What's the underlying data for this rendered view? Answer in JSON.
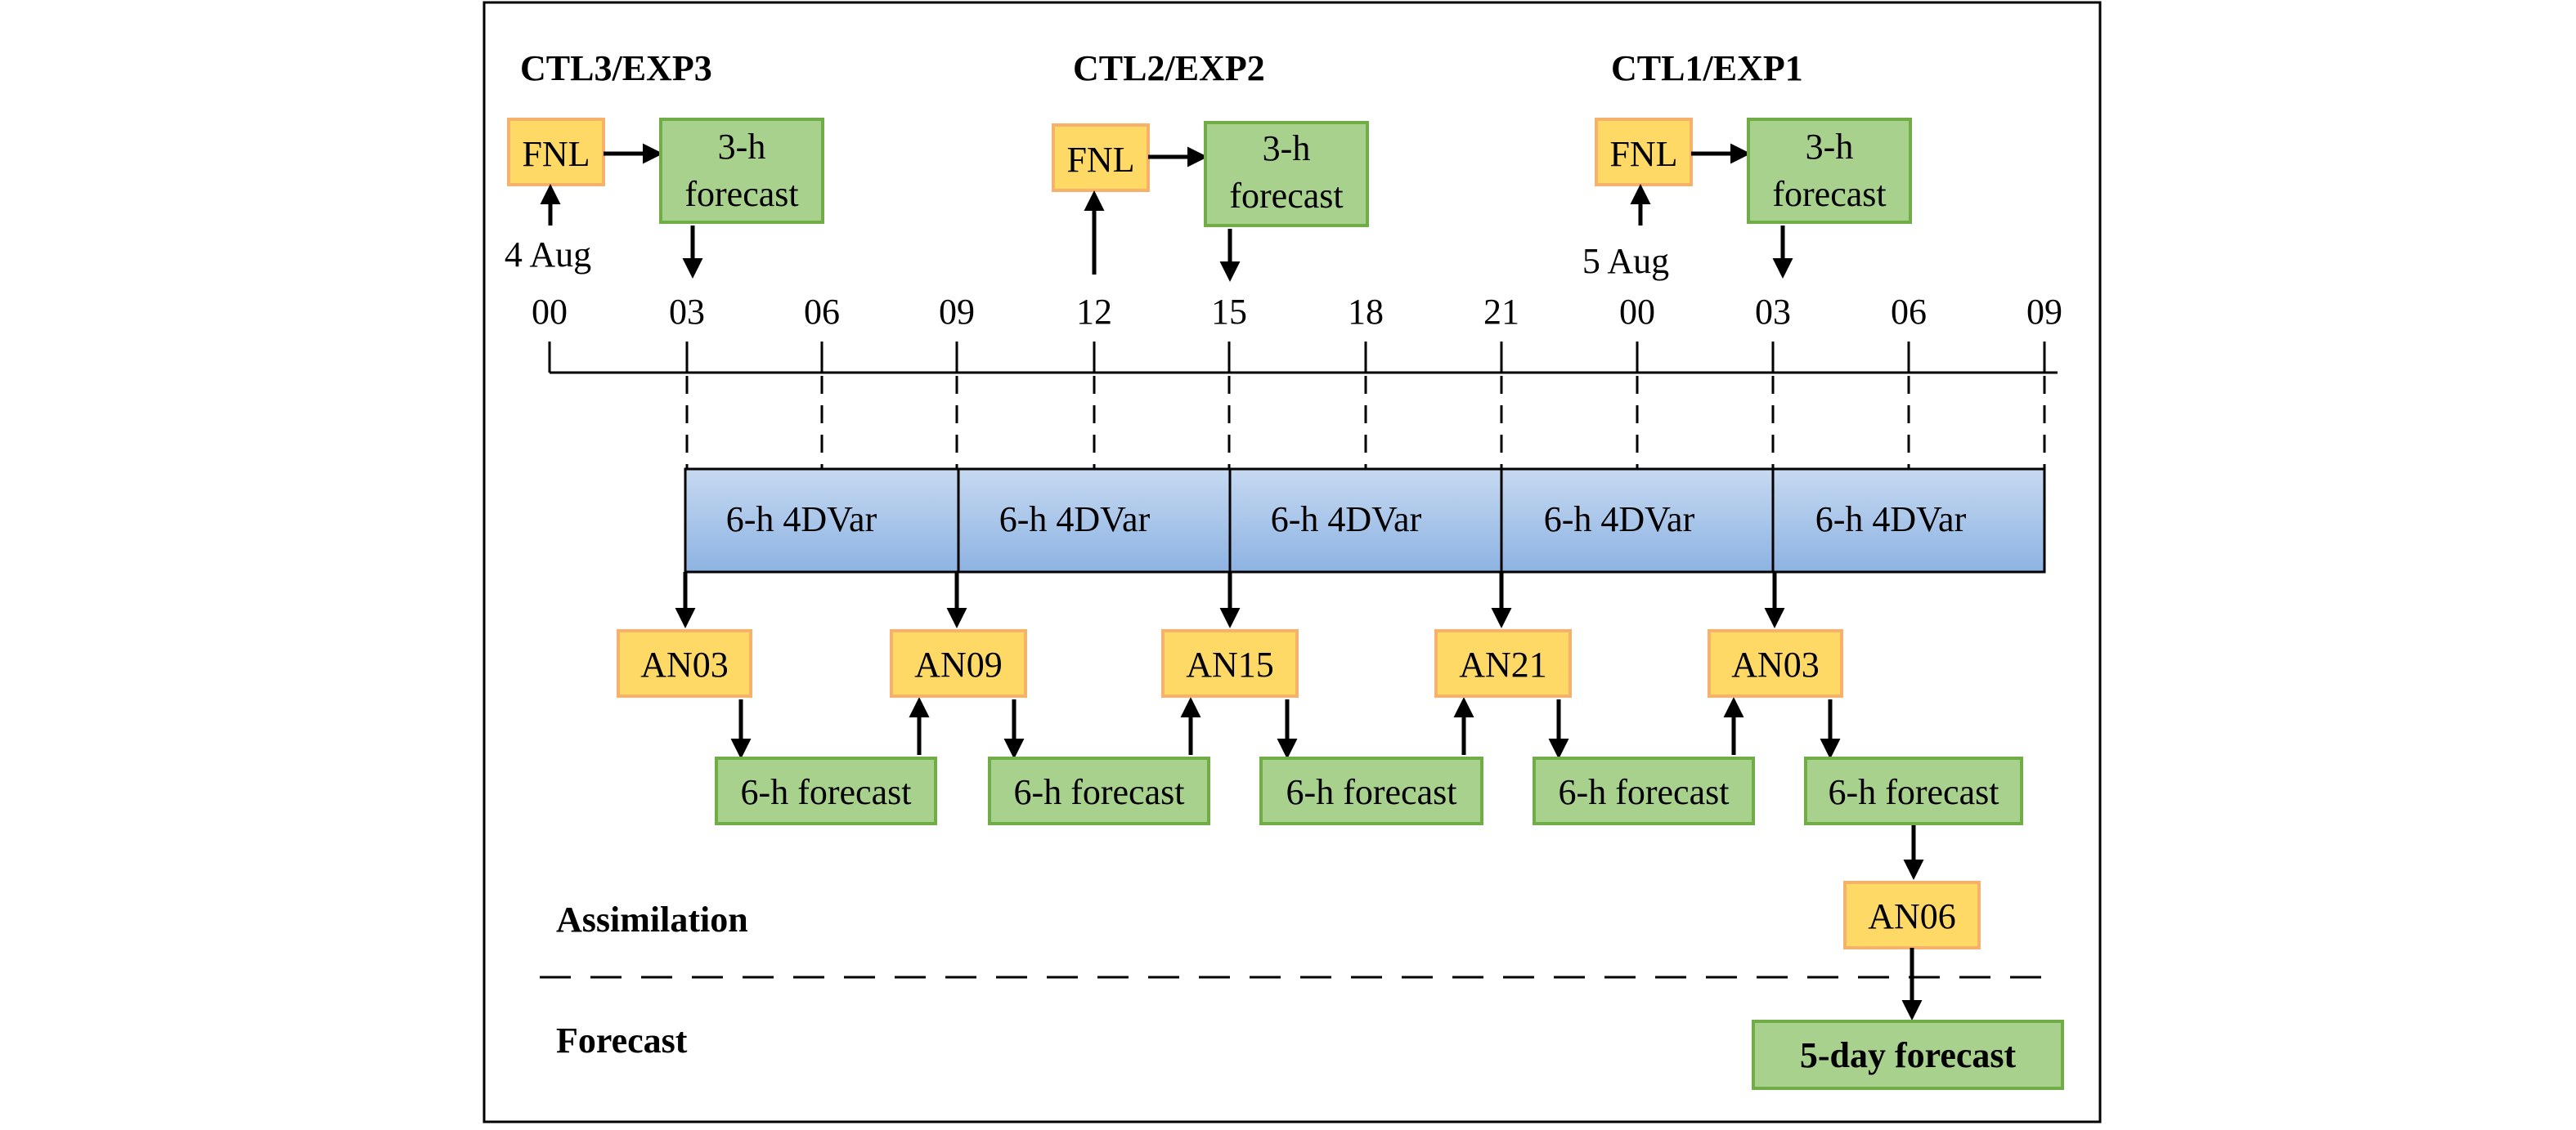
{
  "experiments": [
    {
      "title": "CTL3/EXP3",
      "fnl": "FNL",
      "forecast_line1": "3-h",
      "forecast_line2": "forecast",
      "date": "4 Aug"
    },
    {
      "title": "CTL2/EXP2",
      "fnl": "FNL",
      "forecast_line1": "3-h",
      "forecast_line2": "forecast"
    },
    {
      "title": "CTL1/EXP1",
      "fnl": "FNL",
      "forecast_line1": "3-h",
      "forecast_line2": "forecast",
      "date": "5 Aug"
    }
  ],
  "timeline": {
    "ticks": [
      "00",
      "03",
      "06",
      "09",
      "12",
      "15",
      "18",
      "21",
      "00",
      "03",
      "06",
      "09"
    ]
  },
  "windows": [
    "6-h 4DVar",
    "6-h 4DVar",
    "6-h 4DVar",
    "6-h 4DVar",
    "6-h 4DVar"
  ],
  "analyses": [
    "AN03",
    "AN09",
    "AN15",
    "AN21",
    "AN03"
  ],
  "short_forecasts": [
    "6-h forecast",
    "6-h forecast",
    "6-h forecast",
    "6-h forecast",
    "6-h forecast"
  ],
  "final_analysis": "AN06",
  "final_forecast": "5-day forecast",
  "sections": {
    "assimilation": "Assimilation",
    "forecast": "Forecast"
  },
  "colors": {
    "fnl_fill": "#FFD966",
    "fnl_stroke": "#F4B183",
    "forecast_fill": "#A9D18E",
    "forecast_stroke": "#70AD47",
    "var_fill_top": "#C5D8F1",
    "var_fill_bottom": "#8EB4E3",
    "var_stroke": "#1F1F1F"
  }
}
